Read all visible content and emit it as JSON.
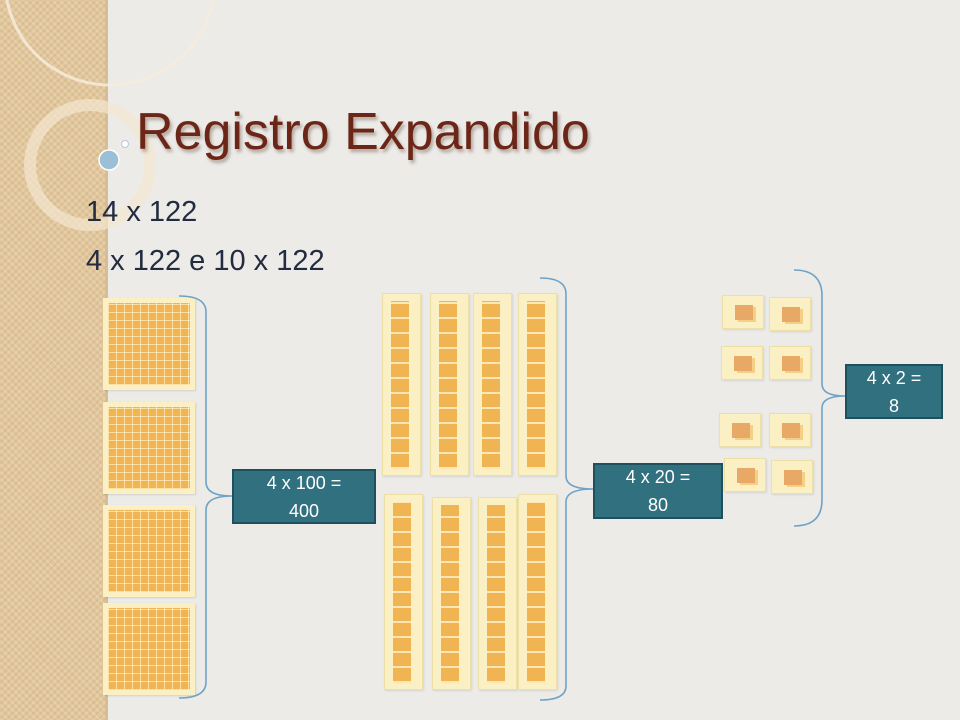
{
  "slide": {
    "title": "Registro Expandido",
    "lines": [
      "14 x 122",
      "4 x 122 e 10 x 122"
    ]
  },
  "boxes": [
    {
      "line1": "4 x 100 =",
      "line2": "400"
    },
    {
      "line1": "4 x 20 =",
      "line2": "80"
    },
    {
      "line1": "4 x 2 =",
      "line2": "8"
    }
  ],
  "blocks": {
    "hundreds": 4,
    "tens": 8,
    "units": 8
  },
  "colors": {
    "title": "#6b2618",
    "box": "#30707f",
    "block": "#f0b552",
    "band": "#e2c79c"
  }
}
